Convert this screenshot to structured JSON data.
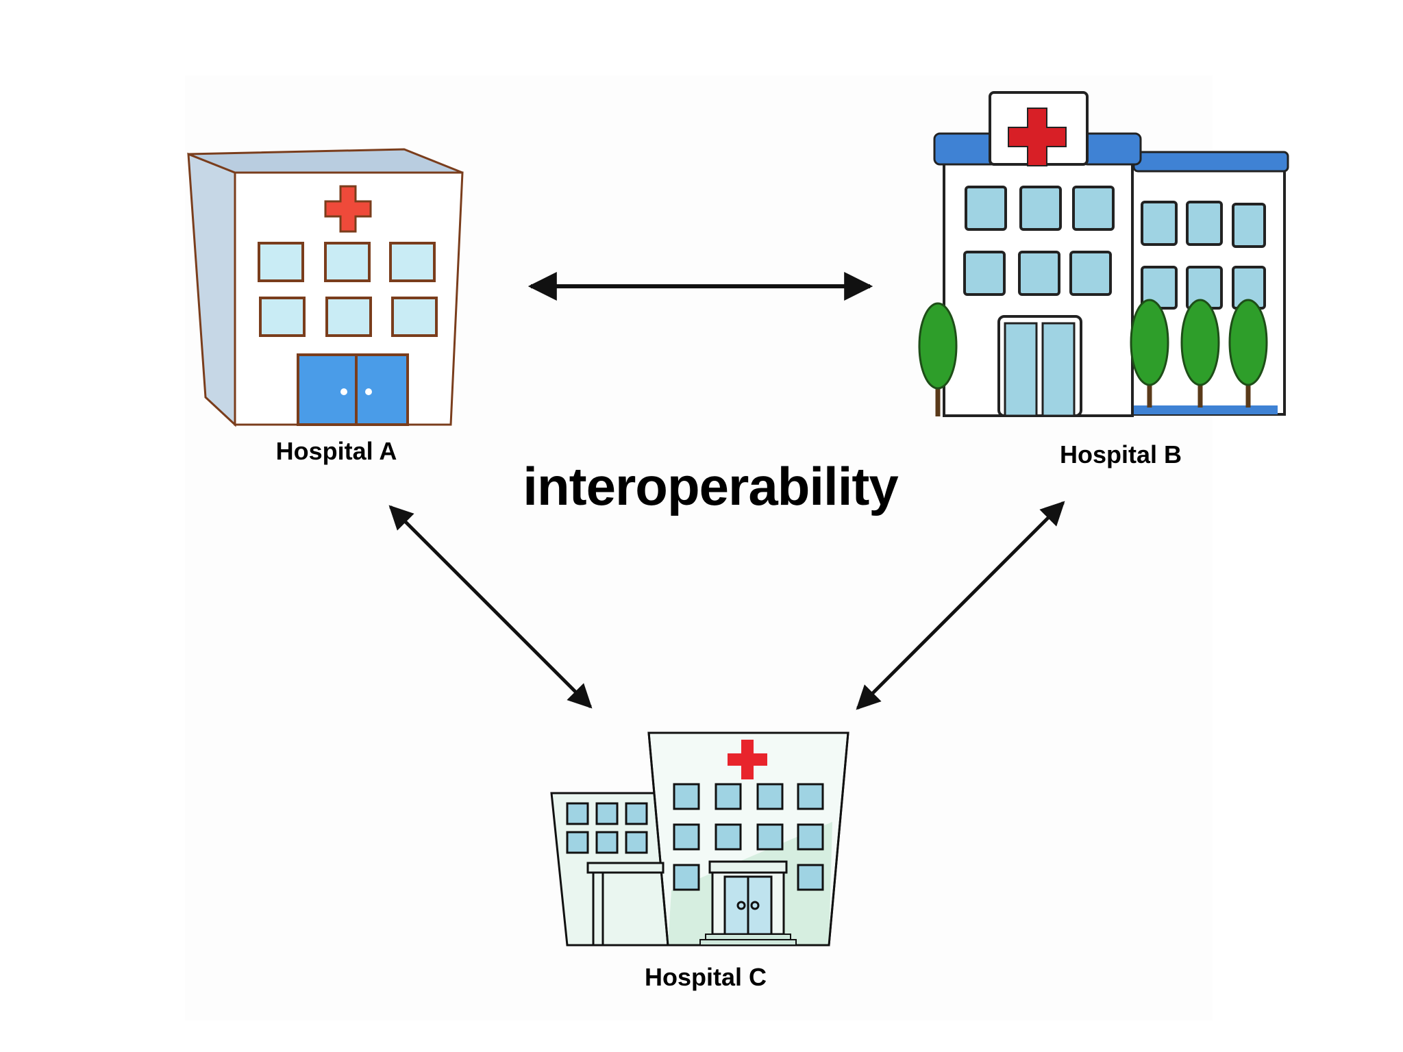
{
  "center_label": "interoperability",
  "hospitals": [
    {
      "id": "a",
      "label": "Hospital A"
    },
    {
      "id": "b",
      "label": "Hospital B"
    },
    {
      "id": "c",
      "label": "Hospital C"
    }
  ],
  "connections": [
    {
      "from": "Hospital A",
      "to": "Hospital B",
      "direction": "bidirectional"
    },
    {
      "from": "Hospital A",
      "to": "Hospital C",
      "direction": "bidirectional"
    },
    {
      "from": "Hospital B",
      "to": "Hospital C",
      "direction": "bidirectional"
    }
  ],
  "colors": {
    "arrow": "#111111",
    "cross_a": "#ef4a3a",
    "cross_b": "#d81f26",
    "cross_c": "#e8242c",
    "window_blue": "#9fd3e3",
    "door_blue": "#4a9ce8",
    "roof_blue": "#3f82d4",
    "tree_green": "#2e9e2a",
    "outline_brown": "#7a3d1c"
  },
  "icons": [
    "hospital-building-icon",
    "double-arrow-icon"
  ]
}
